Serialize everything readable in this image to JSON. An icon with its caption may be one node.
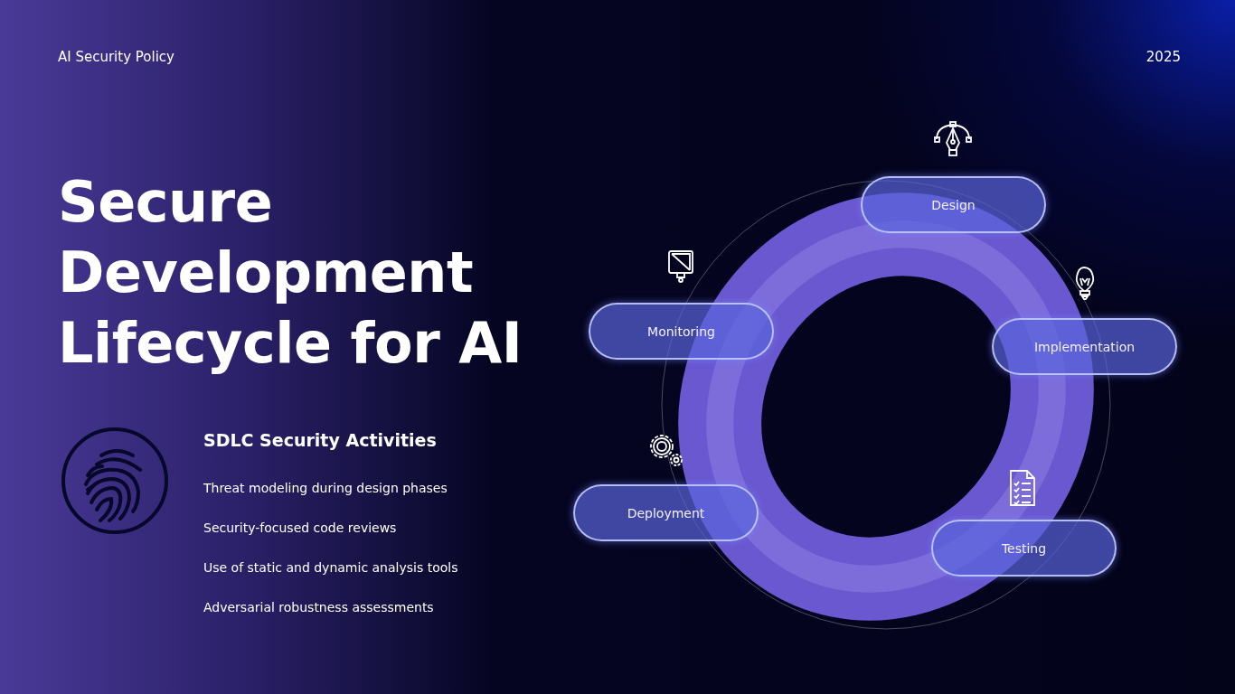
{
  "diagram": {
    "title": "Secure Development Lifecycle for AI",
    "nodes": [
      {
        "text": [
          "Design"
        ]
      },
      {
        "text": [
          "Implementation"
        ]
      },
      {
        "text": [
          "Testing"
        ]
      },
      {
        "text": [
          "Deployment"
        ]
      },
      {
        "text": [
          "Monitoring"
        ]
      }
    ],
    "labels": [
      "AI Security Policy",
      "2025",
      "SDLC Security Activities",
      "Threat modeling during design phases",
      "Security-focused code reviews",
      "Use of static and dynamic analysis tools",
      "Adversarial robustness assessments"
    ]
  }
}
